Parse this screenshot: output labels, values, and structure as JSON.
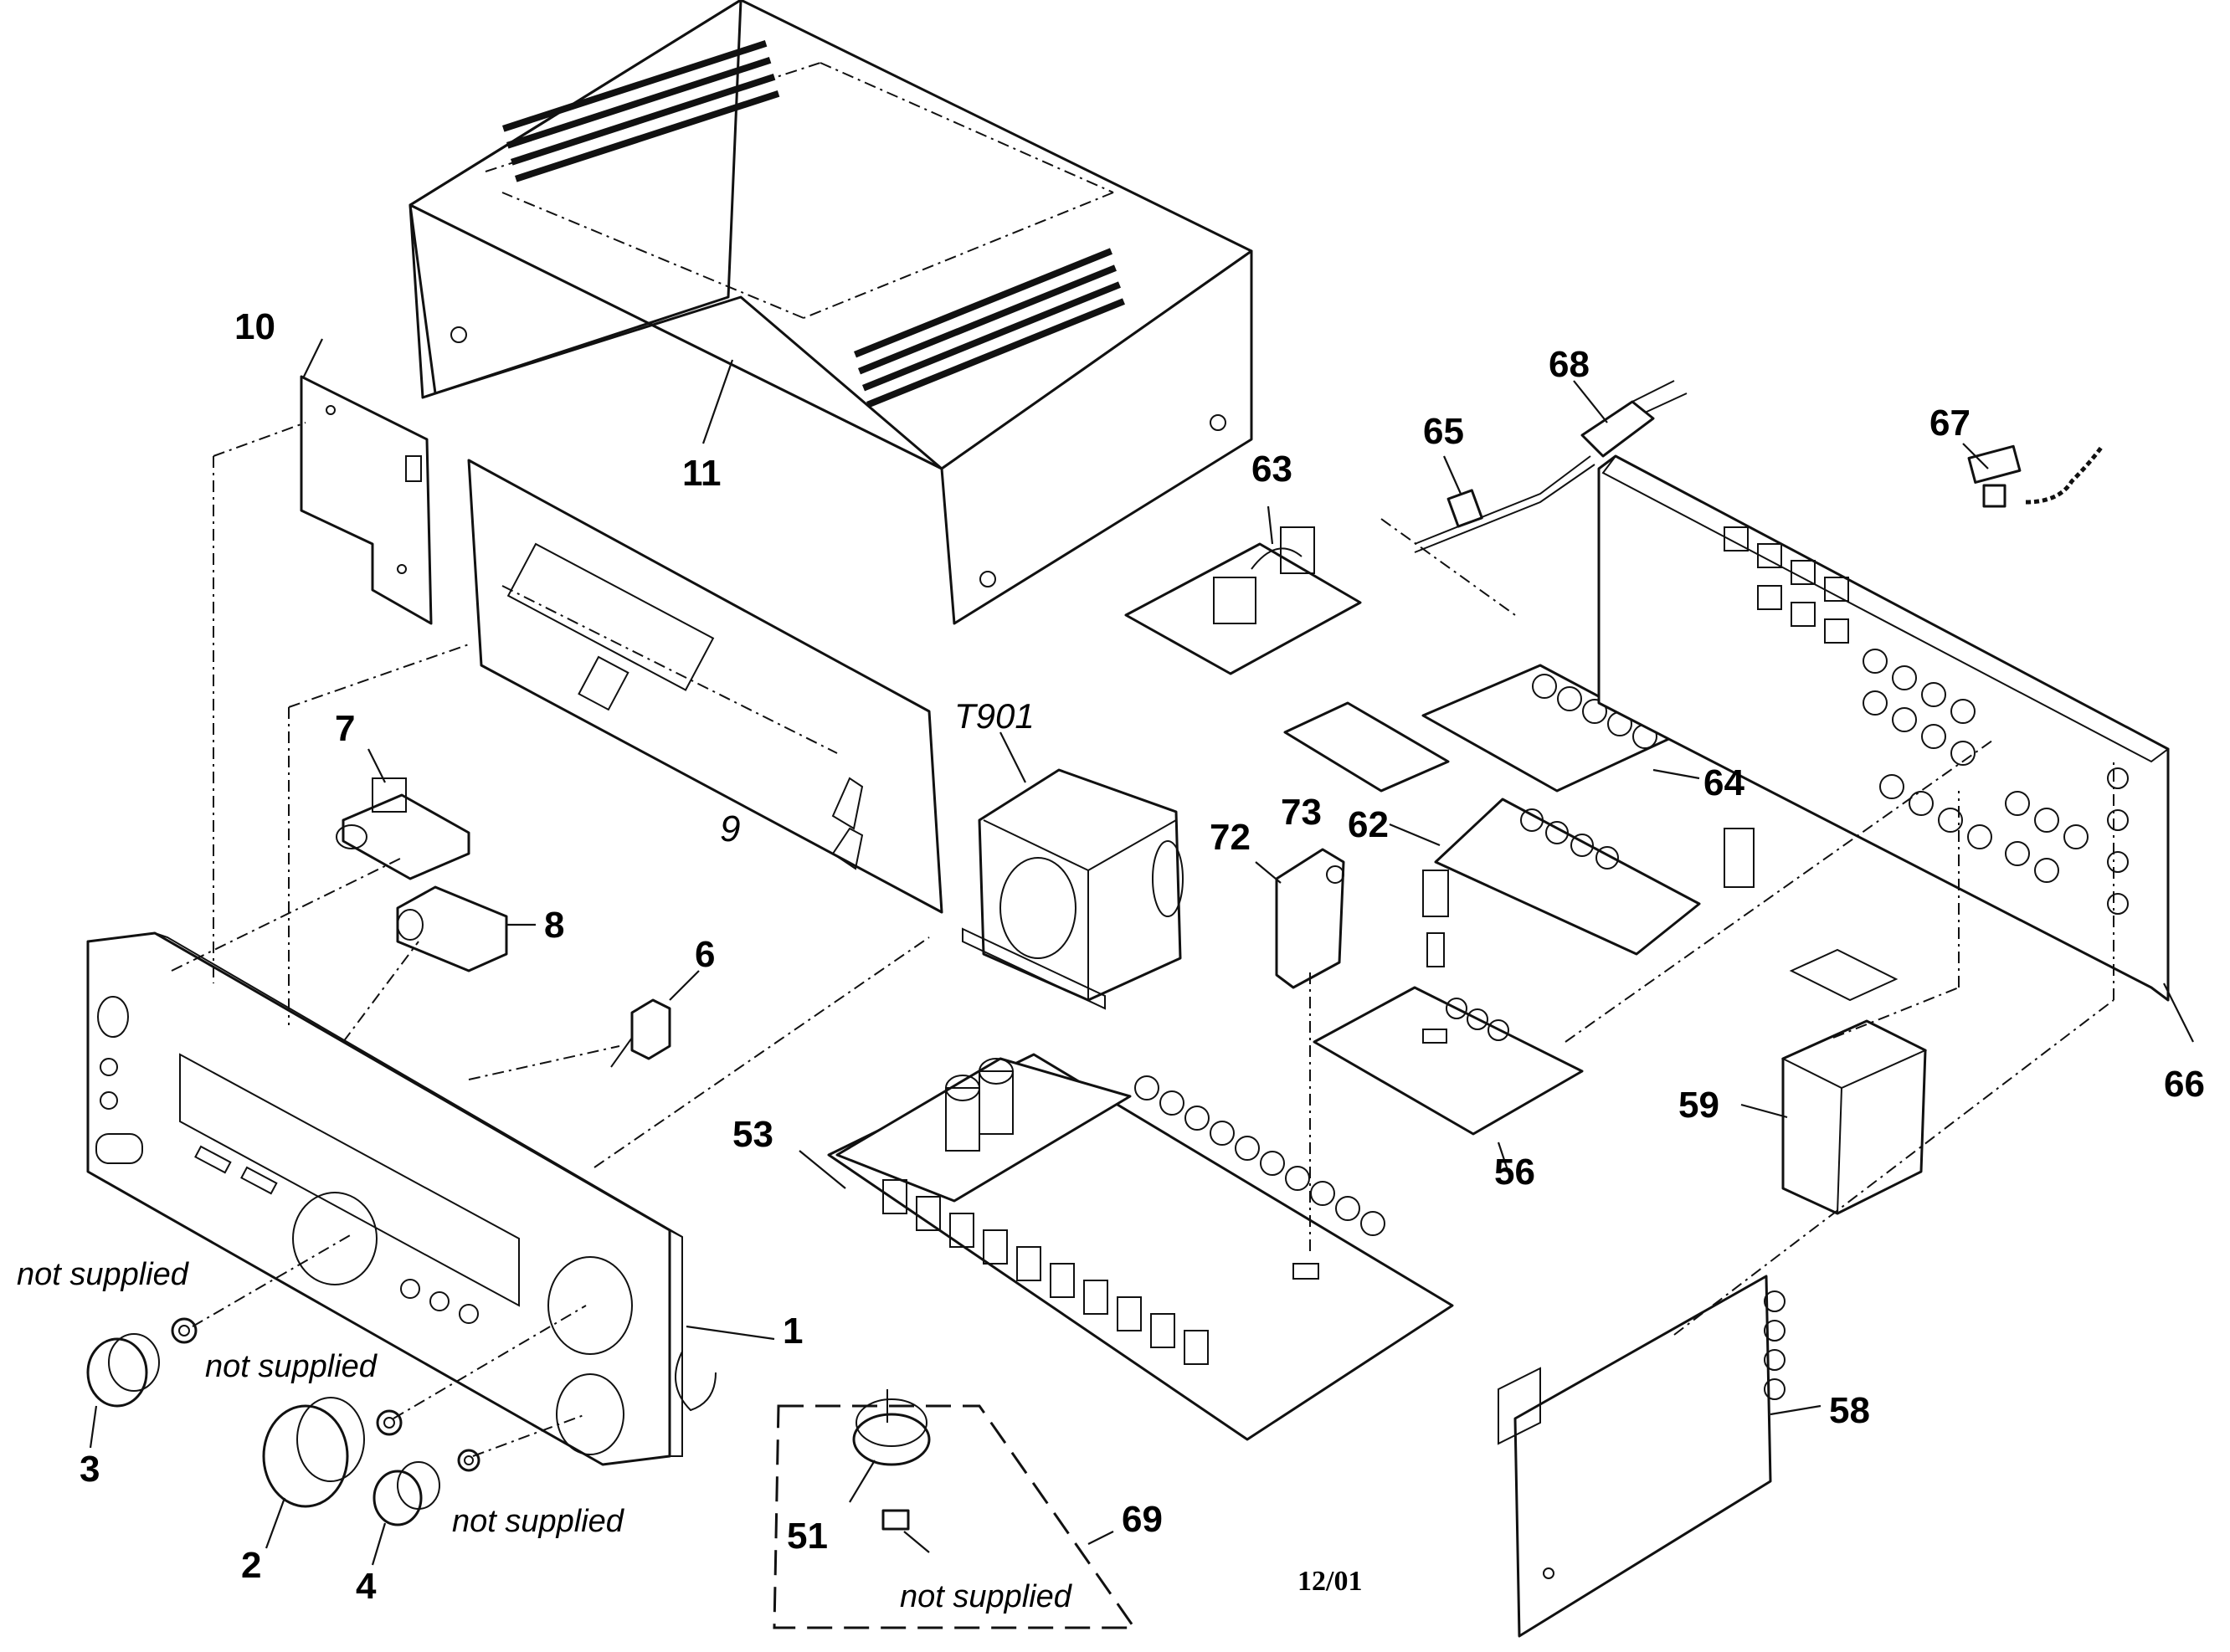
{
  "labels": {
    "p1": "1",
    "p2": "2",
    "p3": "3",
    "p4": "4",
    "p6": "6",
    "p7": "7",
    "p8": "8",
    "p9": "9",
    "p10": "10",
    "p11": "11",
    "p51": "51",
    "p53": "53",
    "p56": "56",
    "p58": "58",
    "p59": "59",
    "p62": "62",
    "p63": "63",
    "p64": "64",
    "p65": "65",
    "p66": "66",
    "p67": "67",
    "p68": "68",
    "p69": "69",
    "p72": "72",
    "p73": "73",
    "t901": "T901"
  },
  "notes": {
    "not_supplied_1": "not supplied",
    "not_supplied_2": "not supplied",
    "not_supplied_3": "not supplied",
    "not_supplied_4": "not supplied"
  },
  "date_code": "12/01"
}
